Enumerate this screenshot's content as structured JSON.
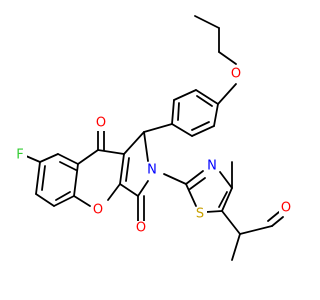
{
  "colors": {
    "bond": "#000000",
    "carbon": "#000000",
    "oxygen": "#ff0000",
    "nitrogen": "#0000ff",
    "sulfur": "#c8a000",
    "fluorine": "#33cc33",
    "background": "#ffffff"
  },
  "atoms": [
    {
      "id": "o_propoxy",
      "label": "O",
      "element": "oxygen"
    },
    {
      "id": "f_chromone",
      "label": "F",
      "element": "fluorine"
    },
    {
      "id": "o_ketone_top",
      "label": "O",
      "element": "oxygen"
    },
    {
      "id": "n_pyrrole",
      "label": "N",
      "element": "nitrogen"
    },
    {
      "id": "n_thiazole",
      "label": "N",
      "element": "nitrogen"
    },
    {
      "id": "s_thiazole",
      "label": "S",
      "element": "sulfur"
    },
    {
      "id": "o_acetyl",
      "label": "O",
      "element": "oxygen"
    },
    {
      "id": "o_ring",
      "label": "O",
      "element": "oxygen"
    },
    {
      "id": "o_lactam",
      "label": "O",
      "element": "oxygen"
    }
  ]
}
